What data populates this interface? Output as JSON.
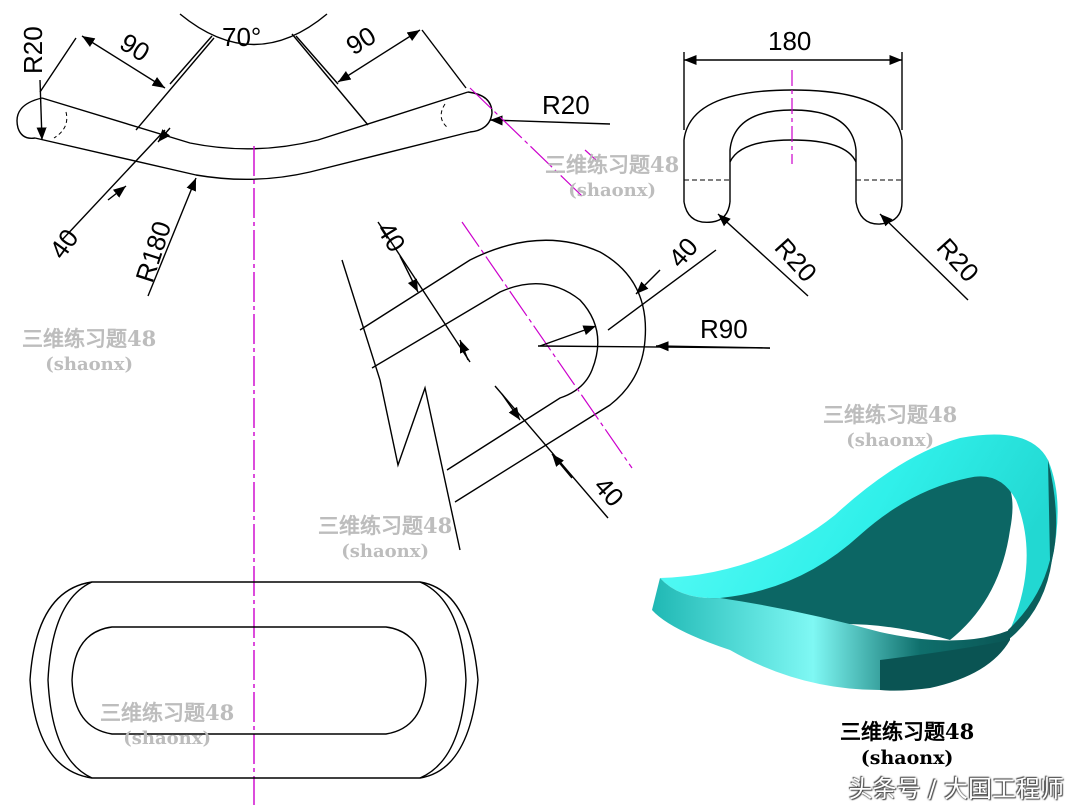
{
  "dimensions": {
    "top_view": {
      "angle": "70°",
      "left_length": "90",
      "right_length": "90",
      "left_end_radius": "R20",
      "right_end_radius": "R20",
      "width": "40",
      "arc_radius": "R180"
    },
    "side_view": {
      "thickness_top": "40",
      "thickness_right": "40",
      "thickness_bottom": "40",
      "bend_radius": "R90"
    },
    "front_view": {
      "width": "180",
      "left_radius": "R20",
      "right_radius": "R20"
    }
  },
  "watermark": {
    "title": "三维练习题48",
    "author": "(shaonx)"
  },
  "caption": {
    "title": "三维练习题48",
    "author": "(shaonx)"
  },
  "credit": "头条号 / 大国工程师",
  "colors": {
    "centerline": "#cc00cc",
    "model_face": "#3ff5f0",
    "model_shadow": "#0a6a68"
  }
}
